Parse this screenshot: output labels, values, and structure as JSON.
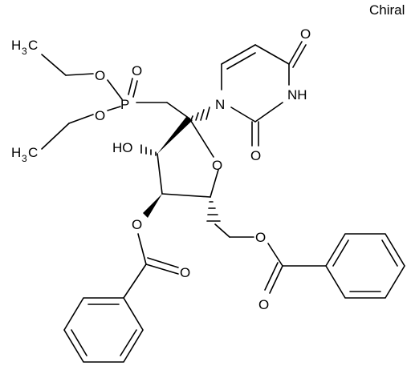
{
  "chirality_note": "Chiral",
  "labels": {
    "ch3_upper": "H",
    "ch3_upper_sub": "3",
    "ch3_upper_c": "C",
    "ch3_lower": "H",
    "ch3_lower_sub": "3",
    "ch3_lower_c": "C",
    "o_ethoxy_upper": "O",
    "o_ethoxy_lower": "O",
    "phosphorus": "P",
    "o_phosphoryl": "O",
    "n1": "N",
    "nh": "NH",
    "o_c4": "O",
    "o_c2": "O",
    "ho": "HO",
    "o_ring": "O",
    "o_ester_upper": "O",
    "o_carbonyl_upper": "O",
    "o_ester_lower": "O",
    "o_carbonyl_lower": "O"
  }
}
